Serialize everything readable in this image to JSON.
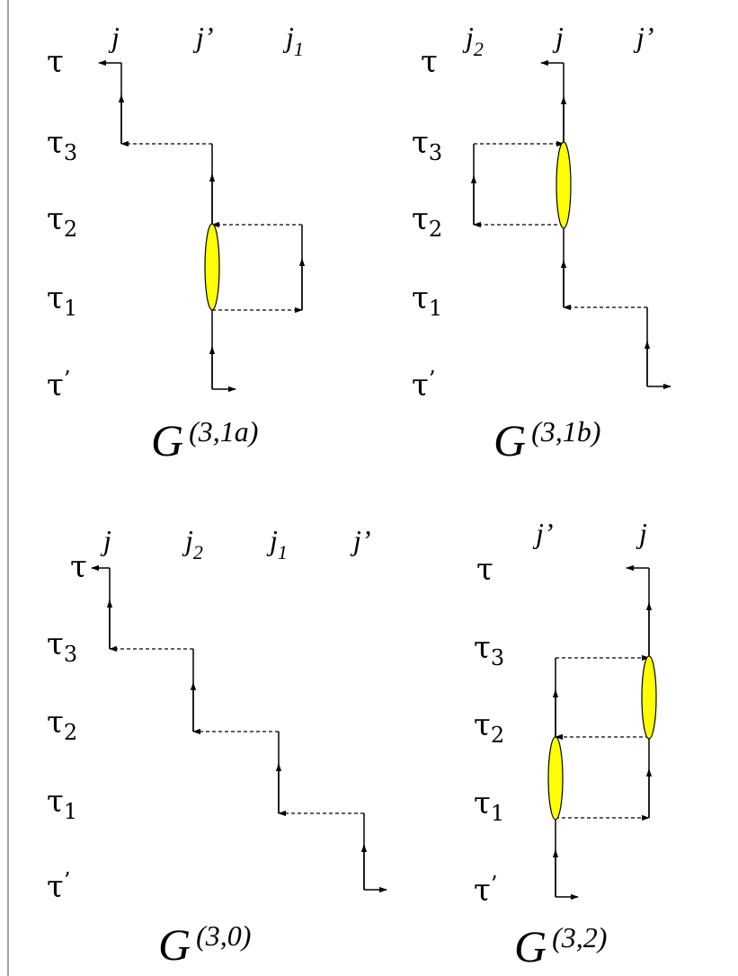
{
  "panels": [
    {
      "id": "g31a",
      "label": {
        "main": "G",
        "sup": "(3,1a)"
      },
      "time_labels": [
        {
          "base": "τ",
          "sub": "",
          "prime": false
        },
        {
          "base": "τ",
          "sub": "3",
          "prime": false
        },
        {
          "base": "τ",
          "sub": "2",
          "prime": false
        },
        {
          "base": "τ",
          "sub": "1",
          "prime": false
        },
        {
          "base": "τ",
          "sub": "",
          "prime": true
        }
      ],
      "site_labels": [
        {
          "base": "j",
          "sub": "",
          "prime": false
        },
        {
          "base": "j",
          "sub": "",
          "prime": true
        },
        {
          "base": "j",
          "sub": "1",
          "prime": false
        }
      ]
    },
    {
      "id": "g31b",
      "label": {
        "main": "G",
        "sup": "(3,1b)"
      },
      "time_labels": [
        {
          "base": "τ",
          "sub": "",
          "prime": false
        },
        {
          "base": "τ",
          "sub": "3",
          "prime": false
        },
        {
          "base": "τ",
          "sub": "2",
          "prime": false
        },
        {
          "base": "τ",
          "sub": "1",
          "prime": false
        },
        {
          "base": "τ",
          "sub": "",
          "prime": true
        }
      ],
      "site_labels": [
        {
          "base": "j",
          "sub": "2",
          "prime": false
        },
        {
          "base": "j",
          "sub": "",
          "prime": false
        },
        {
          "base": "j",
          "sub": "",
          "prime": true
        }
      ]
    },
    {
      "id": "g30",
      "label": {
        "main": "G",
        "sup": "(3,0)"
      },
      "time_labels": [
        {
          "base": "τ",
          "sub": "",
          "prime": false
        },
        {
          "base": "τ",
          "sub": "3",
          "prime": false
        },
        {
          "base": "τ",
          "sub": "2",
          "prime": false
        },
        {
          "base": "τ",
          "sub": "1",
          "prime": false
        },
        {
          "base": "τ",
          "sub": "",
          "prime": true
        }
      ],
      "site_labels": [
        {
          "base": "j",
          "sub": "",
          "prime": false
        },
        {
          "base": "j",
          "sub": "2",
          "prime": false
        },
        {
          "base": "j",
          "sub": "1",
          "prime": false
        },
        {
          "base": "j",
          "sub": "",
          "prime": true
        }
      ]
    },
    {
      "id": "g32",
      "label": {
        "main": "G",
        "sup": "(3,2)"
      },
      "time_labels": [
        {
          "base": "τ",
          "sub": "",
          "prime": false
        },
        {
          "base": "τ",
          "sub": "3",
          "prime": false
        },
        {
          "base": "τ",
          "sub": "2",
          "prime": false
        },
        {
          "base": "τ",
          "sub": "1",
          "prime": false
        },
        {
          "base": "τ",
          "sub": "",
          "prime": true
        }
      ],
      "site_labels": [
        {
          "base": "j",
          "sub": "",
          "prime": true
        },
        {
          "base": "j",
          "sub": "",
          "prime": false
        }
      ]
    }
  ],
  "colors": {
    "line": "#000000",
    "bubble": "#ffff00",
    "background": "#ffffff"
  }
}
